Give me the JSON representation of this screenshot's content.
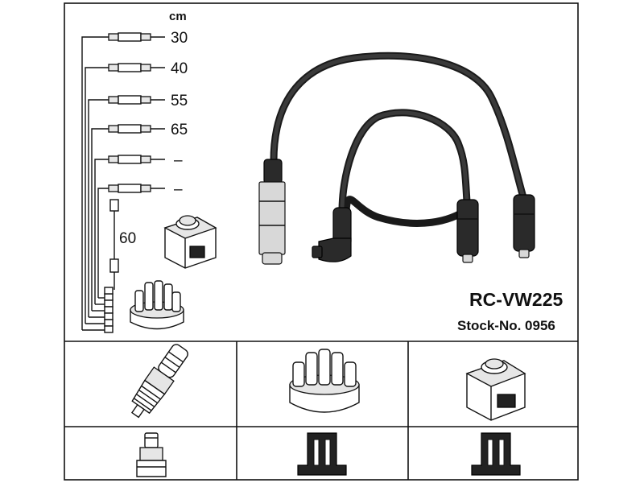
{
  "unit_label": "cm",
  "wire_lengths": [
    "30",
    "40",
    "55",
    "65",
    "–",
    "–"
  ],
  "coil_lead_length": "60",
  "part_number": "RC-VW225",
  "stock_number": "Stock-No. 0956",
  "icons": {
    "legend_coil": "ignition-coil-icon",
    "legend_cap": "distributor-cap-icon",
    "bottom_plug": "spark-plug-icon",
    "bottom_cap": "distributor-cap-icon",
    "bottom_coil": "ignition-coil-icon",
    "conn_plug": "plug-connector-icon",
    "conn_cap": "cap-terminal-icon",
    "conn_coil": "coil-terminal-icon"
  }
}
